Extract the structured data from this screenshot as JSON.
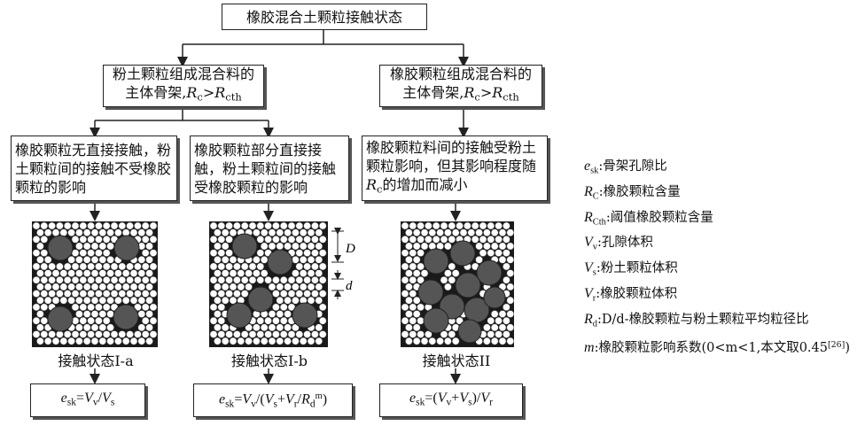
{
  "title": "橡胶混合土颗粒接触状态",
  "branch_soil": {
    "line1": "粉土颗粒组成混合料的",
    "line2_prefix": "主体骨架,",
    "cond": "R_c>R_cth"
  },
  "branch_rubber": {
    "line1": "橡胶颗粒组成混合料的",
    "line2_prefix": "主体骨架,",
    "cond": "R_c>R_cth"
  },
  "state_boxes": [
    {
      "text": "橡胶颗粒无直接接触，粉土颗粒间的接触不受橡胶颗粒的影响"
    },
    {
      "text": "橡胶颗粒部分直接接触，粉土颗粒间的接触受橡胶颗粒的影响"
    },
    {
      "text_before": "橡胶颗粒料间的接触受粉土颗粒影响，但其影响程度随",
      "var": "R_c",
      "text_after": "的增加而减小"
    }
  ],
  "captions": [
    "接触状态I-a",
    "接触状态I-b",
    "接触状态II"
  ],
  "dimension_labels": {
    "big": "D",
    "small": "d"
  },
  "formulas": [
    "e_sk=V_v/V_s",
    "e_sk=V_v/(V_s+V_r/R_d^m)",
    "e_sk=(V_v+V_s)/V_r"
  ],
  "legend": [
    {
      "sym": "e",
      "sub": "sk",
      "text": ":骨架孔隙比"
    },
    {
      "sym": "R",
      "sub": "C",
      "text": ":橡胶颗粒含量"
    },
    {
      "sym": "R",
      "sub": "Cth",
      "text": ":阈值橡胶颗粒含量"
    },
    {
      "sym": "V",
      "sub": "v",
      "text": ":孔隙体积"
    },
    {
      "sym": "V",
      "sub": "s",
      "text": ":粉土颗粒体积"
    },
    {
      "sym": "V",
      "sub": "r",
      "text": ":橡胶颗粒体积"
    },
    {
      "sym": "R",
      "sub": "d",
      "text": ":D/d-橡胶颗粒与粉土颗粒平均粒径比"
    },
    {
      "sym": "m",
      "sub": "",
      "text": ":橡胶颗粒影响系数(0<m<1,本文取0.45",
      "ref": "[26]",
      "tail": ")"
    }
  ],
  "colors": {
    "rubber": "#555555",
    "soil_fill": "#ffffff",
    "panel_bg": "#1a1a1a",
    "line": "#222222"
  }
}
